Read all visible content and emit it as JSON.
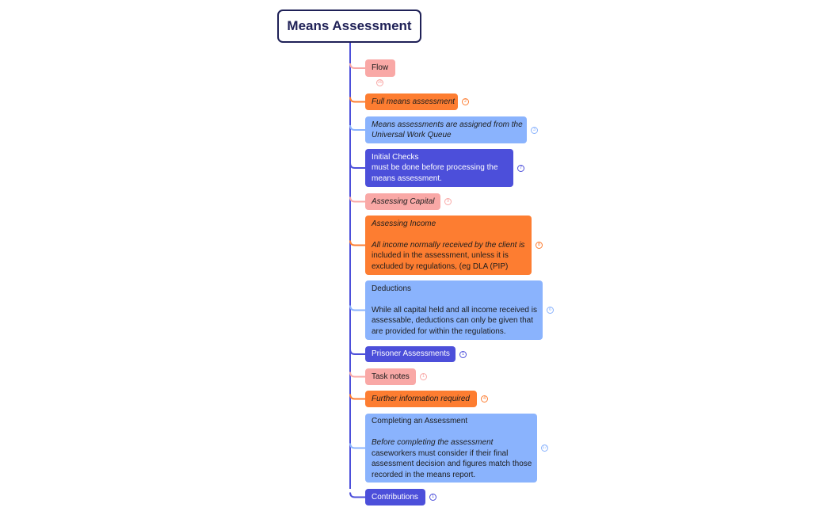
{
  "title": "Means Assessment",
  "colors": {
    "root_border": "#1f2157",
    "spine": "#4c4fda",
    "pink": "#f9a8a6",
    "orange": "#fd7d31",
    "blue": "#8ab3fd",
    "indigo": "#4c4fda"
  },
  "topics": [
    {
      "id": "flow",
      "color": "pink",
      "count": "36",
      "lines": [
        {
          "text": "Flow",
          "italic": false
        }
      ]
    },
    {
      "id": "full-means",
      "color": "orange",
      "count": "2",
      "lines": [
        {
          "text": "Full means assessment",
          "italic": true
        }
      ]
    },
    {
      "id": "assigned",
      "color": "blue",
      "count": "3",
      "lines": [
        {
          "text": "Means assessments are assigned from the",
          "italic": true
        },
        {
          "text": "Universal Work Queue",
          "italic": true
        }
      ]
    },
    {
      "id": "initial-checks",
      "color": "indigo",
      "count": "7",
      "lines": [
        {
          "text": "Initial Checks",
          "italic": false
        },
        {
          "text": "must be done before processing the",
          "italic": false
        },
        {
          "text": "means assessment.",
          "italic": false
        }
      ]
    },
    {
      "id": "assessing-capital",
      "color": "pink",
      "count": "9",
      "lines": [
        {
          "text": "Assessing Capital",
          "italic": true
        }
      ]
    },
    {
      "id": "assessing-income",
      "color": "orange",
      "count": "8",
      "lines": [
        {
          "text": "Assessing Income",
          "italic": true
        },
        {
          "text": "",
          "italic": false
        },
        {
          "text": "All income normally received by the client is",
          "italic": true
        },
        {
          "text": "included in the assessment, unless it is",
          "italic": false
        },
        {
          "text": "excluded by regulations, (eg DLA (PIP)",
          "italic": false
        }
      ]
    },
    {
      "id": "deductions",
      "color": "blue",
      "count": "6",
      "lines": [
        {
          "text": "Deductions",
          "italic": false
        },
        {
          "text": "",
          "italic": false
        },
        {
          "text": "While all capital held and all income received is",
          "italic": false
        },
        {
          "text": "assessable, deductions can only be given that",
          "italic": false
        },
        {
          "text": "are provided for within the regulations.",
          "italic": false
        }
      ]
    },
    {
      "id": "prisoner",
      "color": "indigo",
      "count": "1",
      "lines": [
        {
          "text": "Prisoner Assessments",
          "italic": false
        }
      ]
    },
    {
      "id": "task-notes",
      "color": "pink",
      "count": "1",
      "lines": [
        {
          "text": "Task notes",
          "italic": false
        }
      ]
    },
    {
      "id": "further-info",
      "color": "orange",
      "count": "4",
      "lines": [
        {
          "text": "Further information required",
          "italic": true
        }
      ]
    },
    {
      "id": "completing",
      "color": "blue",
      "count": "17",
      "lines": [
        {
          "text": "Completing an Assessment",
          "italic": false
        },
        {
          "text": "",
          "italic": false
        },
        {
          "text": "Before completing the assessment",
          "italic": true
        },
        {
          "text": "caseworkers must consider if their final",
          "italic": false
        },
        {
          "text": "assessment decision and figures match those",
          "italic": false
        },
        {
          "text": "recorded in the means report.",
          "italic": false
        }
      ]
    },
    {
      "id": "contributions",
      "color": "indigo",
      "count": "1",
      "lines": [
        {
          "text": "Contributions",
          "italic": false
        }
      ]
    }
  ]
}
